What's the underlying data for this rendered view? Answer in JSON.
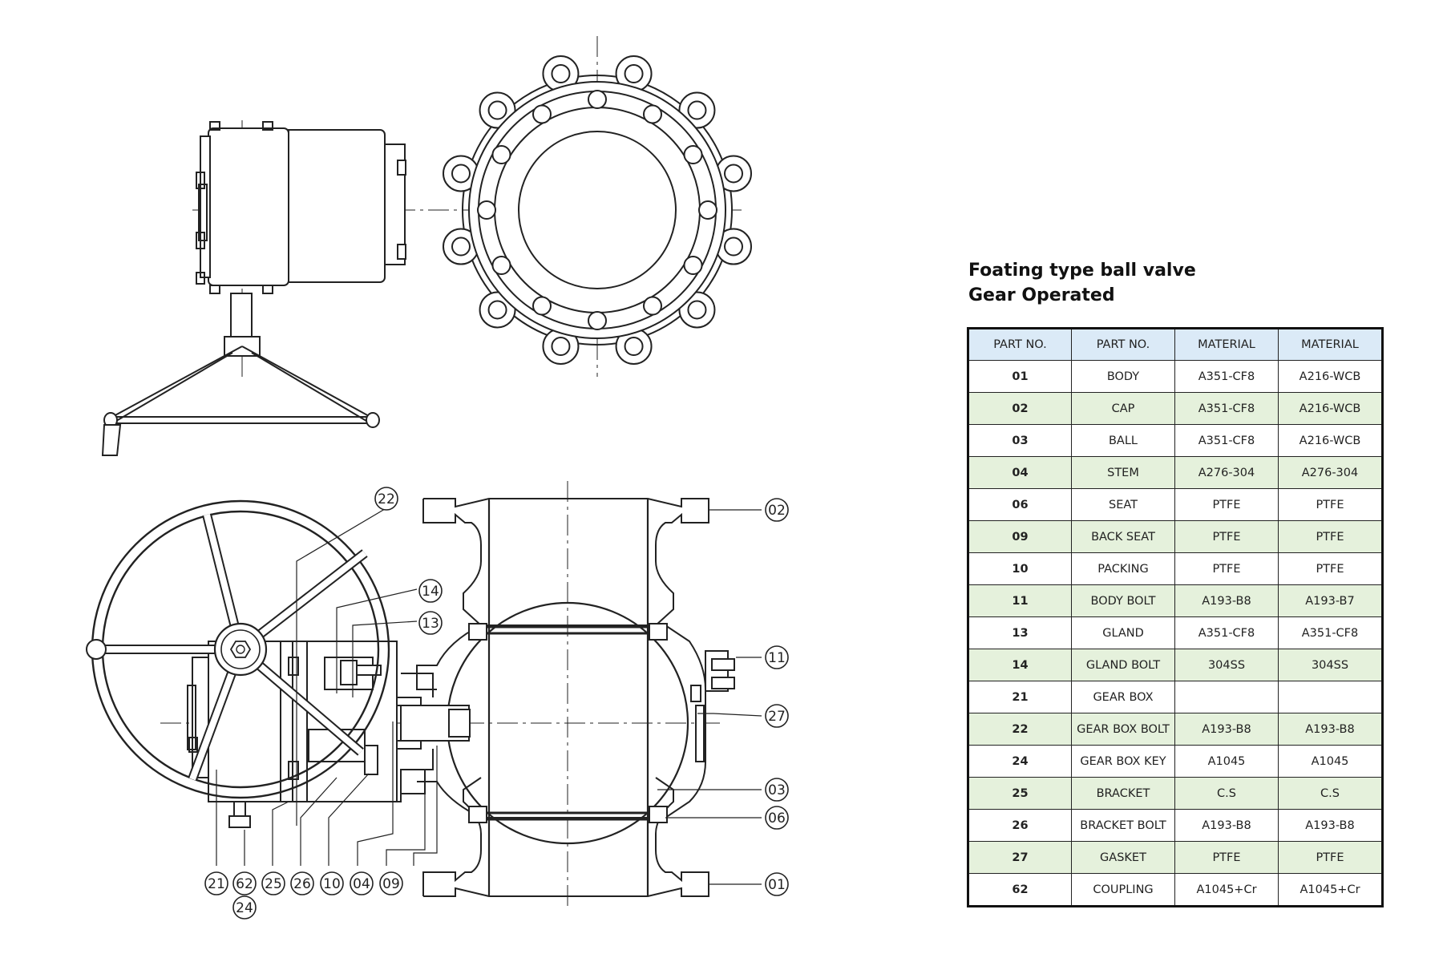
{
  "title": [
    "Foating type ball valve",
    "Gear Operated"
  ],
  "table": {
    "headers": [
      "PART NO.",
      "PART NO.",
      "MATERIAL",
      "MATERIAL"
    ],
    "rows": [
      [
        "01",
        "BODY",
        "A351-CF8",
        "A216-WCB"
      ],
      [
        "02",
        "CAP",
        "A351-CF8",
        "A216-WCB"
      ],
      [
        "03",
        "BALL",
        "A351-CF8",
        "A216-WCB"
      ],
      [
        "04",
        "STEM",
        "A276-304",
        "A276-304"
      ],
      [
        "06",
        "SEAT",
        "PTFE",
        "PTFE"
      ],
      [
        "09",
        "BACK SEAT",
        "PTFE",
        "PTFE"
      ],
      [
        "10",
        "PACKING",
        "PTFE",
        "PTFE"
      ],
      [
        "11",
        "BODY BOLT",
        "A193-B8",
        "A193-B7"
      ],
      [
        "13",
        "GLAND",
        "A351-CF8",
        "A351-CF8"
      ],
      [
        "14",
        "GLAND BOLT",
        "304SS",
        "304SS"
      ],
      [
        "21",
        "GEAR BOX",
        "",
        ""
      ],
      [
        "22",
        "GEAR BOX BOLT",
        "A193-B8",
        "A193-B8"
      ],
      [
        "24",
        "GEAR BOX KEY",
        "A1045",
        "A1045"
      ],
      [
        "25",
        "BRACKET",
        "C.S",
        "C.S"
      ],
      [
        "26",
        "BRACKET BOLT",
        "A193-B8",
        "A193-B8"
      ],
      [
        "27",
        "GASKET",
        "PTFE",
        "PTFE"
      ],
      [
        "62",
        "COUPLING",
        "A1045+Cr",
        "A1045+Cr"
      ]
    ]
  },
  "callouts": [
    "22",
    "14",
    "13",
    "02",
    "11",
    "27",
    "03",
    "06",
    "01",
    "21",
    "62",
    "24",
    "25",
    "26",
    "10",
    "04",
    "09"
  ],
  "colors": {
    "header_bg": "#dbeaf7",
    "alt_row_bg": "#e5f1dc",
    "line": "#222222"
  }
}
